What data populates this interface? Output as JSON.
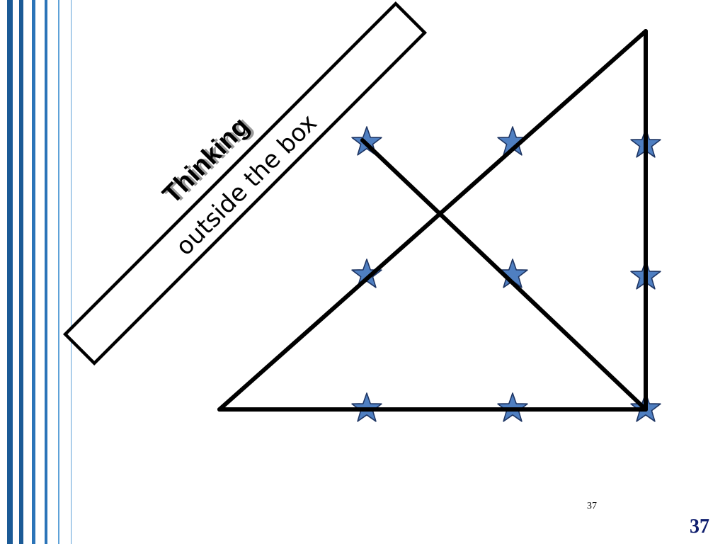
{
  "slide": {
    "title": "Thinking",
    "subtitle": "outside the box",
    "page_number_small": "37",
    "page_number_large": "37"
  },
  "colors": {
    "stripe_dark": "#1b5a96",
    "stripe_mid": "#2b74b8",
    "stripe_light": "#5fa2d8",
    "star_fill": "#4f7fc1",
    "star_stroke": "#1e3563",
    "line": "#000000",
    "page_number_large": "#0f1e6e"
  },
  "icons": {
    "star": "star-icon"
  }
}
